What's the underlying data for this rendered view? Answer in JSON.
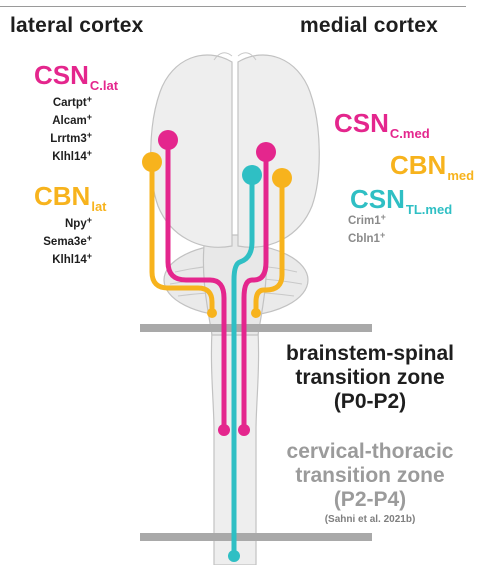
{
  "header": {
    "left": "lateral cortex",
    "right": "medial cortex"
  },
  "populations": {
    "csn_clat": {
      "name": "CSN",
      "sub": "C.lat",
      "color": "#e4268d",
      "markers": [
        "Cartpt",
        "Alcam",
        "Lrrtm3",
        "Klhl14"
      ],
      "marker_suffix": "+"
    },
    "cbn_lat": {
      "name": "CBN",
      "sub": "lat",
      "color": "#f7b31d",
      "markers": [
        "Npy",
        "Sema3e",
        "Klhl14"
      ],
      "marker_suffix": "+"
    },
    "csn_cmed": {
      "name": "CSN",
      "sub": "C.med",
      "color": "#e4268d"
    },
    "cbn_med": {
      "name": "CBN",
      "sub": "med",
      "color": "#f7b31d"
    },
    "csn_tlmed": {
      "name": "CSN",
      "sub": "TL.med",
      "color": "#2fbfc4",
      "markers": [
        "Crim1",
        "Cbln1"
      ],
      "marker_suffix": "+"
    }
  },
  "zones": {
    "brainstem": {
      "line1": "brainstem-spinal",
      "line2": "transition zone",
      "line3": "(P0-P2)"
    },
    "cervical": {
      "line1": "cervical-thoracic",
      "line2": "transition zone",
      "line3": "(P2-P4)",
      "citation": "(Sahni et al. 2021b)"
    }
  },
  "colors": {
    "magenta": "#e4268d",
    "orange": "#f7b31d",
    "teal": "#2fbfc4",
    "brain_fill": "#eeeeee",
    "brain_outline": "#c2c2c2",
    "zone_bar": "#a9a9a9"
  }
}
